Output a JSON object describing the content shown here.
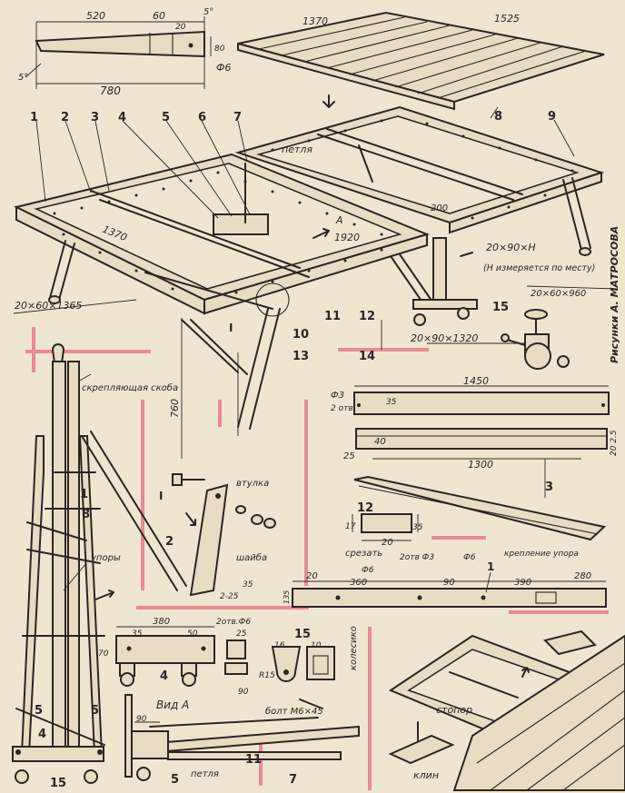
{
  "credit": "Рисунки А. МАТРОСОВА",
  "part_numbers": [
    "1",
    "2",
    "3",
    "4",
    "5",
    "6",
    "7",
    "8",
    "9",
    "10",
    "11",
    "12",
    "13",
    "14",
    "15"
  ],
  "top_leg_drawing": {
    "dim_length": "780",
    "dim_upper": "520",
    "dim_notch": "60",
    "dim_20": "20",
    "angle_a": "5°",
    "angle_b": "5°",
    "dim_80": "80",
    "hole": "Ф6"
  },
  "panel": {
    "width": "1370",
    "length": "1525"
  },
  "main_view": {
    "hinge_label": "петля",
    "dim_1370": "1370",
    "dim_1920": "1920",
    "dim_200": "200",
    "view_a": "А",
    "profile_20x90": "20×90×Н",
    "profile_note": "(Н измеряется по месту)",
    "profile_20x60x960": "20×60×960",
    "profile_20x60x1365": "20×60×1365",
    "profile_20x90x1320": "20×90×1320",
    "height_760": "760",
    "node_label": "I"
  },
  "fold_view": {
    "brace": "скрепляющая скоба",
    "stops": "упоры"
  },
  "node_detail": {
    "title": "I",
    "bushing": "втулка",
    "washer": "шайба"
  },
  "rail_detail": {
    "length": "1450",
    "hole_d": "Ф3",
    "holes_count": "2 отв.",
    "dim_35": "35",
    "dim_25": "25",
    "dim_40": "40",
    "dim_1300": "1300",
    "dim_20_25": "20 2.5"
  },
  "part12": {
    "dim_17": "17",
    "dim_35": "35",
    "dim_20": "20",
    "cut": "срезать"
  },
  "stop_rail": {
    "dim_20": "20",
    "dim_360": "360",
    "dim_90": "90",
    "dim_390": "390",
    "dim_280": "280",
    "hole_a": "Ф6",
    "hole_b": "Ф6",
    "holes": "2отв Ф3",
    "mount": "крепление упора",
    "dim_35": "35",
    "dim_2_25": "2-25",
    "dim_135": "135"
  },
  "caster_detail": {
    "dim_380": "380",
    "dim_35": "35",
    "dim_70": "70",
    "dim_50": "50",
    "dim_25": "25",
    "dim_90": "90",
    "holes": "2отв.Ф6",
    "r15": "R15",
    "dim_16": "16",
    "dim_10": "10",
    "wheel": "колесико"
  },
  "view_a_detail": {
    "title": "Вид А",
    "bolt": "болт М6×45",
    "hinge": "петля",
    "dim_90": "90"
  },
  "stop_detail": {
    "stop": "стопор",
    "wedge": "клин"
  }
}
